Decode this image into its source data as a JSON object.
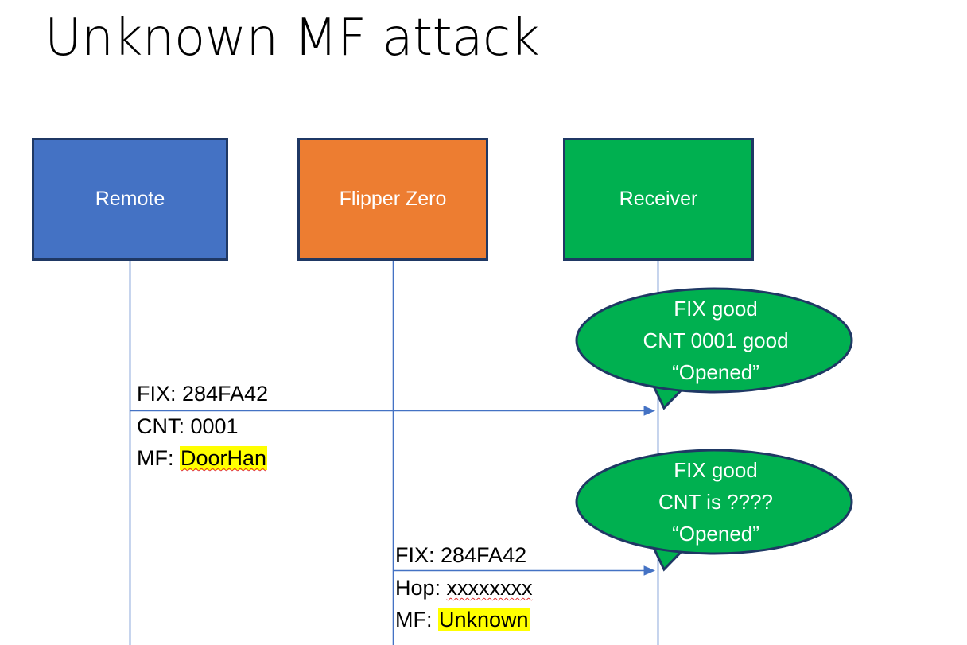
{
  "slide": {
    "title": "Unknown MF attack",
    "background": "#FFFFFF"
  },
  "colors": {
    "remote_fill": "#4472C4",
    "flipper_fill": "#ED7D31",
    "receiver_fill": "#00B050",
    "box_border": "#1F3864",
    "lifeline": "#4472C4",
    "arrow": "#4472C4",
    "highlight": "#FFFF00",
    "spellcheck_underline": "#E03030",
    "callout_text": "#FFFFFF"
  },
  "actors": [
    {
      "id": "remote",
      "label": "Remote"
    },
    {
      "id": "flipper",
      "label": "Flipper Zero"
    },
    {
      "id": "receiver",
      "label": "Receiver"
    }
  ],
  "messages": [
    {
      "id": "msg1",
      "from": "remote",
      "to": "receiver",
      "line1": "FIX: 284FA42",
      "line2": "CNT: 0001",
      "line3_prefix": "MF: ",
      "line3_value": "DoorHan",
      "line3_highlighted": true,
      "line3_spellchecked": true
    },
    {
      "id": "msg2",
      "from": "flipper",
      "to": "receiver",
      "line1": "FIX: 284FA42",
      "line2_prefix": "Hop: ",
      "line2_value": "xxxxxxxx",
      "line2_spellchecked": true,
      "line3_prefix": "MF: ",
      "line3_value": "Unknown",
      "line3_highlighted": true,
      "line3_spellchecked": false
    }
  ],
  "callouts": [
    {
      "id": "callout1",
      "anchor": "receiver",
      "line1": "FIX good",
      "line2": "CNT 0001 good",
      "line3": "“Opened”"
    },
    {
      "id": "callout2",
      "anchor": "receiver",
      "line1": "FIX good",
      "line2": "CNT is ????",
      "line3": "“Opened”"
    }
  ]
}
